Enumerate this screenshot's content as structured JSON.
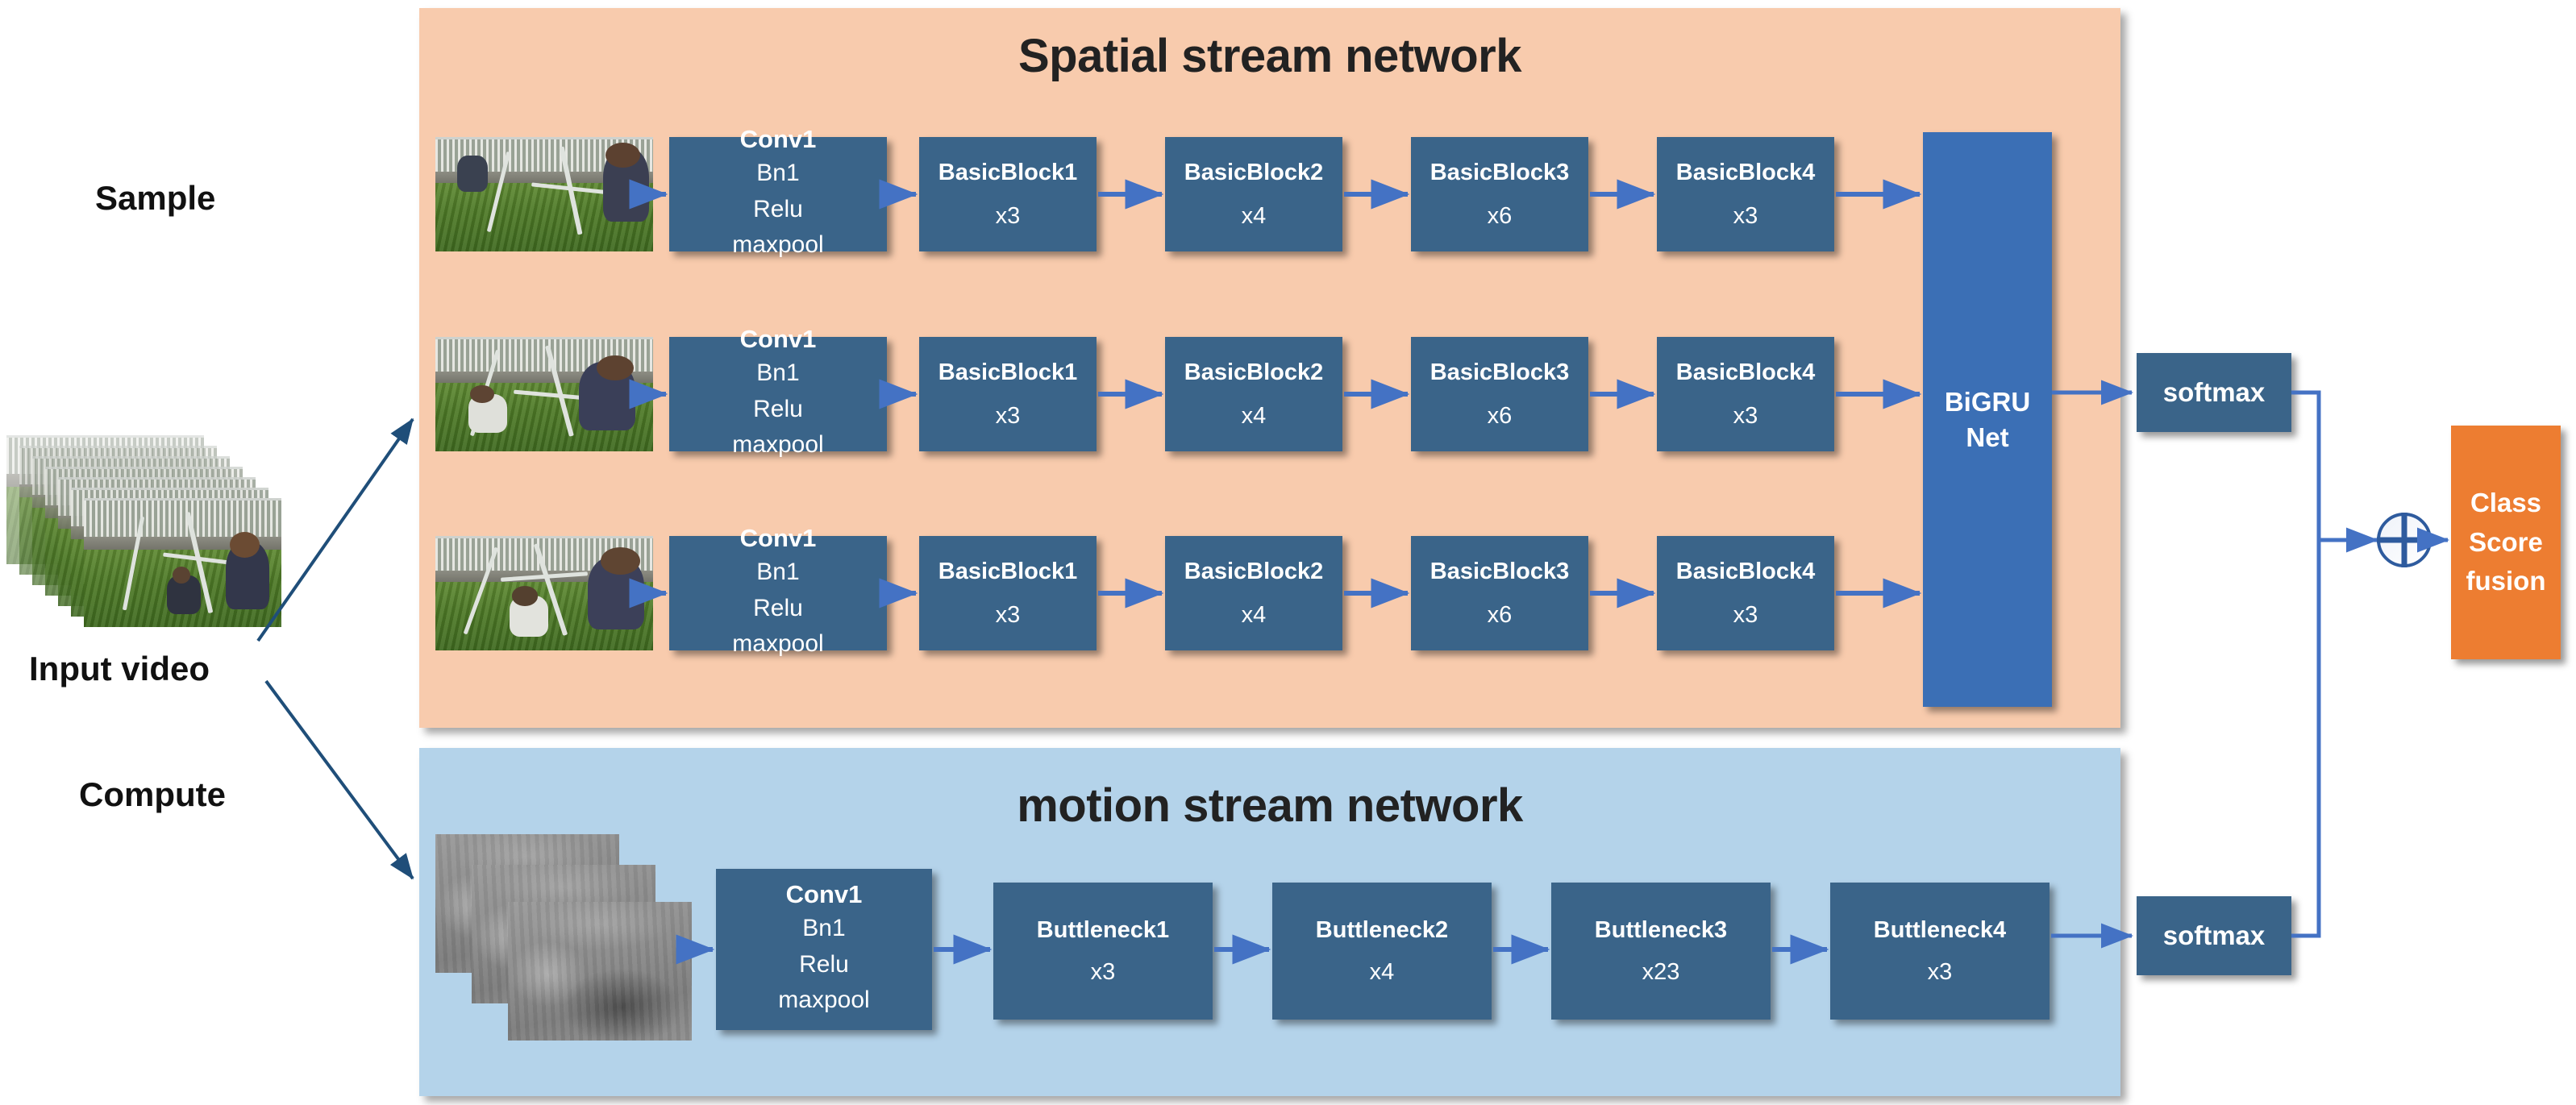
{
  "diagram": {
    "title": "Two-stream network architecture for video action recognition",
    "colors": {
      "spatial_panel": "#F8CBAD",
      "motion_panel": "#B4D3EA",
      "block": "#3A6489",
      "bigru": "#3B6FB5",
      "fusion": "#ED7D31",
      "arrow": "#4472C4",
      "input_arrow": "#1F4E79"
    }
  },
  "input": {
    "sample_label": "Sample",
    "input_video_label": "Input video",
    "compute_label": "Compute",
    "video_stack_frames": 8,
    "video_scene": "children on a swing set in a grassy yard behind a white metal fence"
  },
  "spatial": {
    "title": "Spatial stream network",
    "rows": [
      {
        "thumbnail": "rgb-frame-1",
        "conv": {
          "line1": "Conv1",
          "line2": "Bn1",
          "line3": "Relu",
          "line4": "maxpool"
        },
        "blocks": [
          {
            "name": "BasicBlock1",
            "repeat": "x3"
          },
          {
            "name": "BasicBlock2",
            "repeat": "x4"
          },
          {
            "name": "BasicBlock3",
            "repeat": "x6"
          },
          {
            "name": "BasicBlock4",
            "repeat": "x3"
          }
        ]
      },
      {
        "thumbnail": "rgb-frame-2",
        "conv": {
          "line1": "Conv1",
          "line2": "Bn1",
          "line3": "Relu",
          "line4": "maxpool"
        },
        "blocks": [
          {
            "name": "BasicBlock1",
            "repeat": "x3"
          },
          {
            "name": "BasicBlock2",
            "repeat": "x4"
          },
          {
            "name": "BasicBlock3",
            "repeat": "x6"
          },
          {
            "name": "BasicBlock4",
            "repeat": "x3"
          }
        ]
      },
      {
        "thumbnail": "rgb-frame-3",
        "conv": {
          "line1": "Conv1",
          "line2": "Bn1",
          "line3": "Relu",
          "line4": "maxpool"
        },
        "blocks": [
          {
            "name": "BasicBlock1",
            "repeat": "x3"
          },
          {
            "name": "BasicBlock2",
            "repeat": "x4"
          },
          {
            "name": "BasicBlock3",
            "repeat": "x6"
          },
          {
            "name": "BasicBlock4",
            "repeat": "x3"
          }
        ]
      }
    ],
    "bigru": {
      "line1": "BiGRU",
      "line2": "Net"
    }
  },
  "motion": {
    "title": "motion stream network",
    "flow_frames": 3,
    "conv": {
      "line1": "Conv1",
      "line2": "Bn1",
      "line3": "Relu",
      "line4": "maxpool"
    },
    "blocks": [
      {
        "name": "Buttleneck1",
        "repeat": "x3"
      },
      {
        "name": "Buttleneck2",
        "repeat": "x4"
      },
      {
        "name": "Buttleneck3",
        "repeat": "x23"
      },
      {
        "name": "Buttleneck4",
        "repeat": "x3"
      }
    ]
  },
  "output": {
    "softmax_spatial": "softmax",
    "softmax_motion": "softmax",
    "sum_symbol": "plus-circle",
    "fusion": {
      "line1": "Class",
      "line2": "Score",
      "line3": "fusion"
    }
  }
}
